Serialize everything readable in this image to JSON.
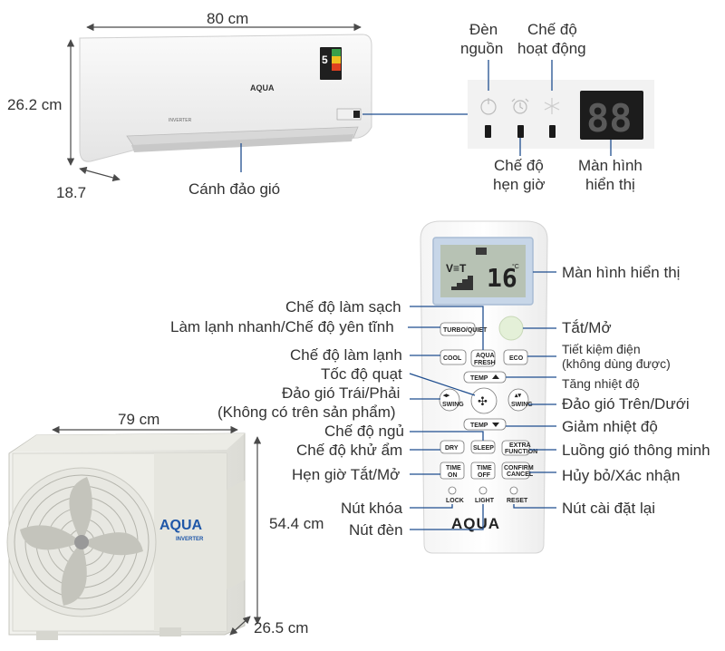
{
  "indoor_unit": {
    "width": "80 cm",
    "height": "26.2 cm",
    "depth": "18.7",
    "brand": "AQUA",
    "inverter_badge": "INVERTER",
    "energy_stars": "5",
    "louver_label": "Cánh đảo gió"
  },
  "display_panel": {
    "power_light": [
      "Đèn",
      "nguồn"
    ],
    "mode_light": [
      "Chế độ",
      "hoạt động"
    ],
    "timer_light": [
      "Chế độ",
      "hẹn giờ"
    ],
    "screen": [
      "Màn hình",
      "hiển thị"
    ],
    "screen_digits": "88"
  },
  "outdoor_unit": {
    "width": "79 cm",
    "height": "54.4 cm",
    "depth": "26.5 cm",
    "brand": "AQUA",
    "inverter_badge": "INVERTER"
  },
  "remote": {
    "brand": "AQUA",
    "lcd_temp": "16",
    "lcd_unit": "°C",
    "labels": {
      "screen": "Màn hình hiển thị",
      "clean_mode": "Chế độ làm sạch",
      "quick_quiet": "Làm lạnh nhanh/Chế độ yên tĩnh",
      "cool_mode": "Chế độ làm lạnh",
      "fan_speed": "Tốc độ quạt",
      "swing_lr": "Đảo gió Trái/Phải",
      "swing_lr_note": "(Không có trên sản phẩm)",
      "sleep_mode": "Chế độ ngủ",
      "dry_mode": "Chế độ khử ẩm",
      "timer": "Hẹn giờ Tắt/Mở",
      "lock": "Nút khóa",
      "light": "Nút đèn",
      "power": "Tắt/Mở",
      "eco": "Tiết kiệm điện",
      "eco_note": "(không dùng được)",
      "temp_up": "Tăng nhiệt độ",
      "swing_ud": "Đảo gió Trên/Dưới",
      "temp_down": "Giảm nhiệt độ",
      "smart_flow": "Luồng gió thông minh",
      "cancel_confirm": "Hủy bỏ/Xác nhận",
      "reset": "Nút cài đặt lại"
    },
    "buttons": {
      "turbo": "TURBO/QUIET",
      "cool": "COOL",
      "aqua": "AQUA",
      "fresh": "FRESH",
      "eco": "ECO",
      "temp": "TEMP",
      "swing": "SWING",
      "dry": "DRY",
      "sleep": "SLEEP",
      "extra": "EXTRA",
      "function": "FUNCTION",
      "time": "TIME",
      "on": "ON",
      "off": "OFF",
      "confirm": "CONFIRM",
      "cancel": "CANCEL",
      "lock": "LOCK",
      "light": "LIGHT",
      "reset": "RESET"
    }
  }
}
